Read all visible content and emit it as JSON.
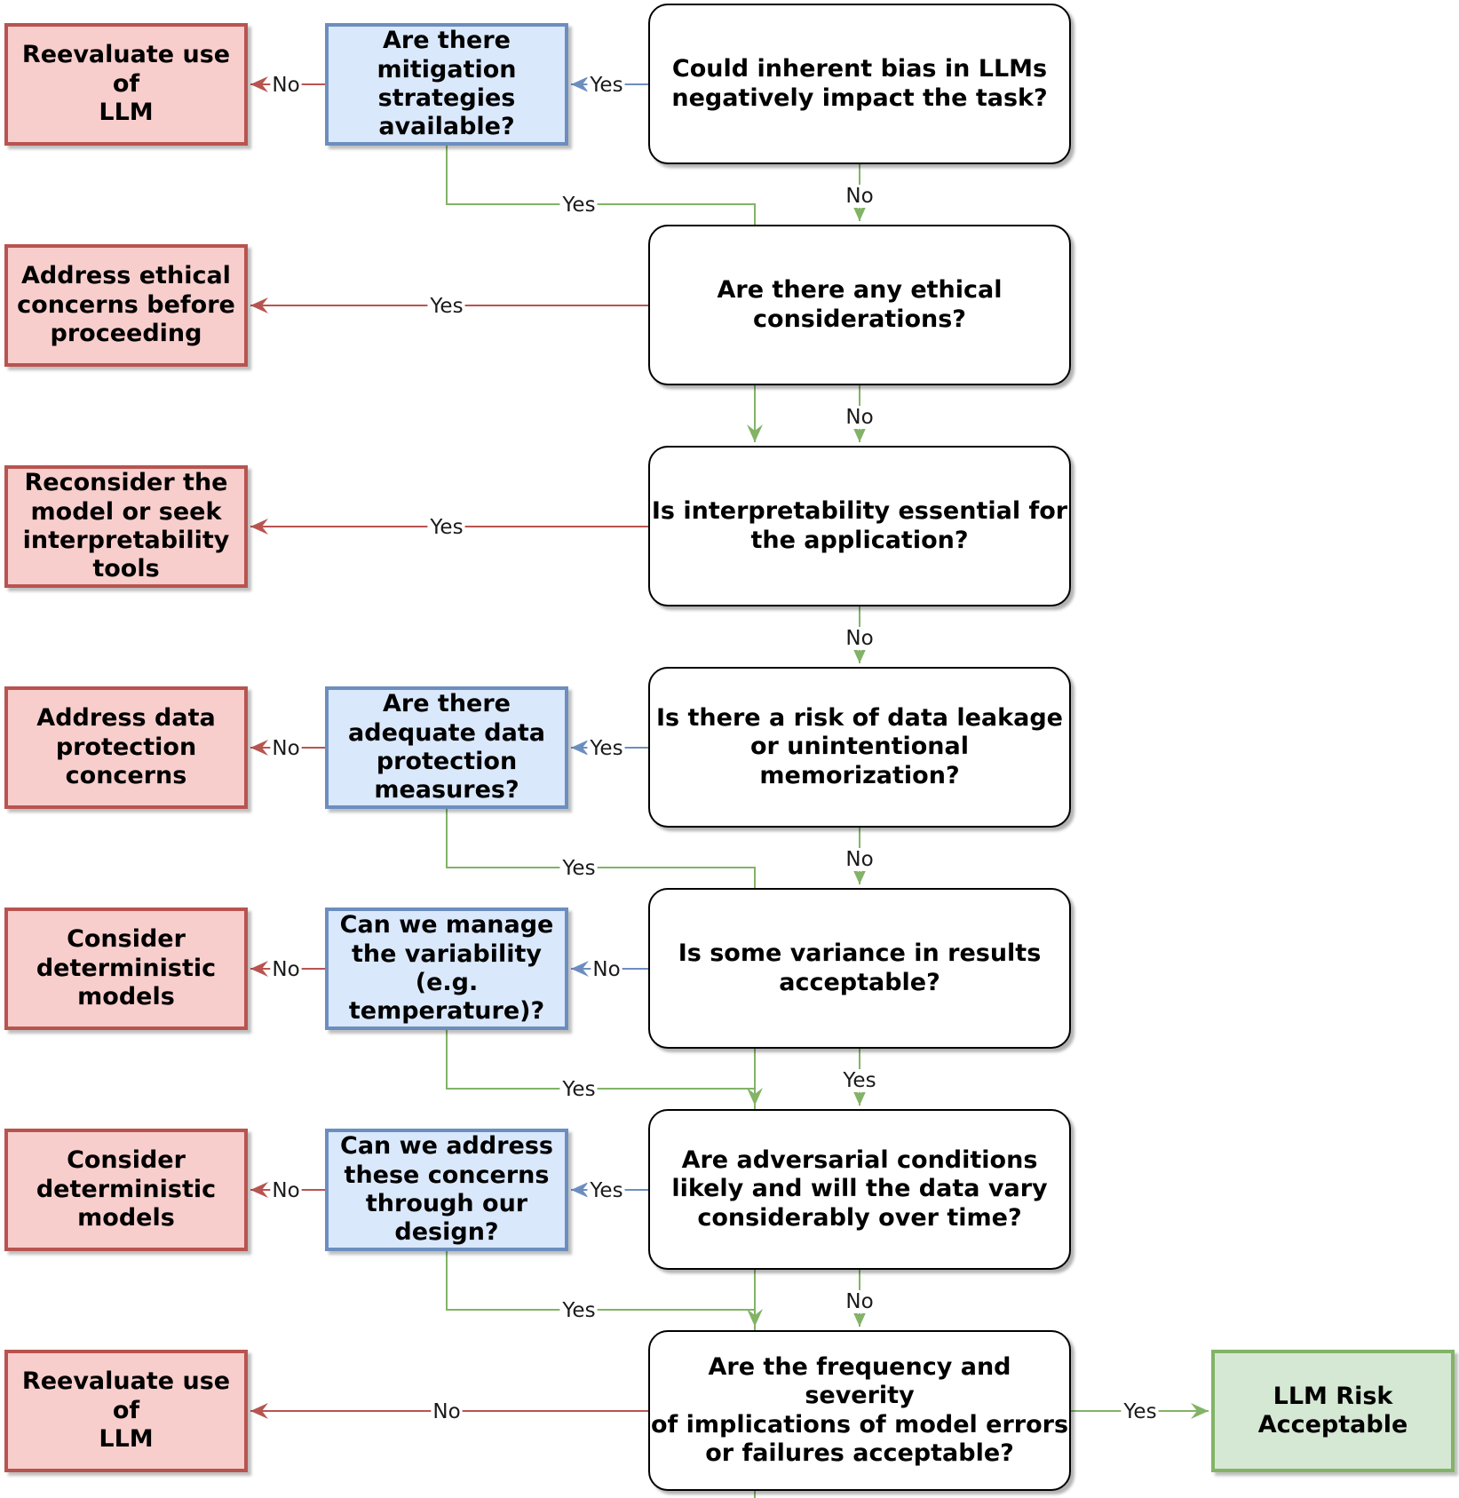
{
  "colors": {
    "question_fill": "#ffffff",
    "mitigation_fill": "#dae8fc",
    "mitigation_border": "#6c8ebf",
    "outcome_fill": "#f8cecc",
    "outcome_border": "#b85450",
    "accept_fill": "#d5e8d4",
    "accept_border": "#82b366",
    "edge_green": "#82b366",
    "edge_red": "#b85450",
    "edge_blue": "#6c8ebf"
  },
  "questions": {
    "q1": "Could inherent bias in LLMs\nnegatively impact the task?",
    "q2": "Are there any ethical\nconsiderations?",
    "q3": "Is interpretability essential for\nthe application?",
    "q4": "Is there a risk of data leakage\nor unintentional memorization?",
    "q5": "Is some variance in results\nacceptable?",
    "q6": "Are adversarial conditions\nlikely and will the data vary\nconsiderably over time?",
    "q7": "Are the frequency and severity\nof implications of model errors\nor failures acceptable?"
  },
  "mitigations": {
    "m1": "Are there\nmitigation\nstrategies\navailable?",
    "m4": "Are there\nadequate data\nprotection\nmeasures?",
    "m5": "Can we manage\nthe variability\n(e.g.\ntemperature)?",
    "m6": "Can we address\nthese concerns\nthrough our\ndesign?"
  },
  "outcomes": {
    "o1": "Reevaluate use of\nLLM",
    "o2": "Address ethical\nconcerns before\nproceeding",
    "o3": "Reconsider the\nmodel or seek\ninterpretability\ntools",
    "o4": "Address data\nprotection\nconcerns",
    "o5": "Consider\ndeterministic\nmodels",
    "o6": "Consider\ndeterministic\nmodels",
    "o7": "Reevaluate use of\nLLM"
  },
  "accept": "LLM Risk\nAcceptable",
  "edges": [
    {
      "id": "q1-m1",
      "label": "Yes",
      "color": "blue"
    },
    {
      "id": "m1-o1",
      "label": "No",
      "color": "red"
    },
    {
      "id": "q1-q2",
      "label": "No",
      "color": "green"
    },
    {
      "id": "m1-q2",
      "label": "Yes",
      "color": "green"
    },
    {
      "id": "q2-o2",
      "label": "Yes",
      "color": "red"
    },
    {
      "id": "q2-q3",
      "label": "No",
      "color": "green"
    },
    {
      "id": "q3-o3",
      "label": "Yes",
      "color": "red"
    },
    {
      "id": "q3-q4",
      "label": "No",
      "color": "green"
    },
    {
      "id": "q4-m4",
      "label": "Yes",
      "color": "blue"
    },
    {
      "id": "m4-o4",
      "label": "No",
      "color": "red"
    },
    {
      "id": "q4-q5",
      "label": "No",
      "color": "green"
    },
    {
      "id": "m4-q5",
      "label": "Yes",
      "color": "green"
    },
    {
      "id": "q5-m5",
      "label": "No",
      "color": "blue"
    },
    {
      "id": "m5-o5",
      "label": "No",
      "color": "red"
    },
    {
      "id": "q5-q6",
      "label": "Yes",
      "color": "green"
    },
    {
      "id": "m5-q6",
      "label": "Yes",
      "color": "green"
    },
    {
      "id": "q6-m6",
      "label": "Yes",
      "color": "blue"
    },
    {
      "id": "m6-o6",
      "label": "No",
      "color": "red"
    },
    {
      "id": "q6-q7",
      "label": "No",
      "color": "green"
    },
    {
      "id": "m6-q7",
      "label": "Yes",
      "color": "green"
    },
    {
      "id": "q7-o7",
      "label": "No",
      "color": "red"
    },
    {
      "id": "q7-accept",
      "label": "Yes",
      "color": "green"
    }
  ]
}
